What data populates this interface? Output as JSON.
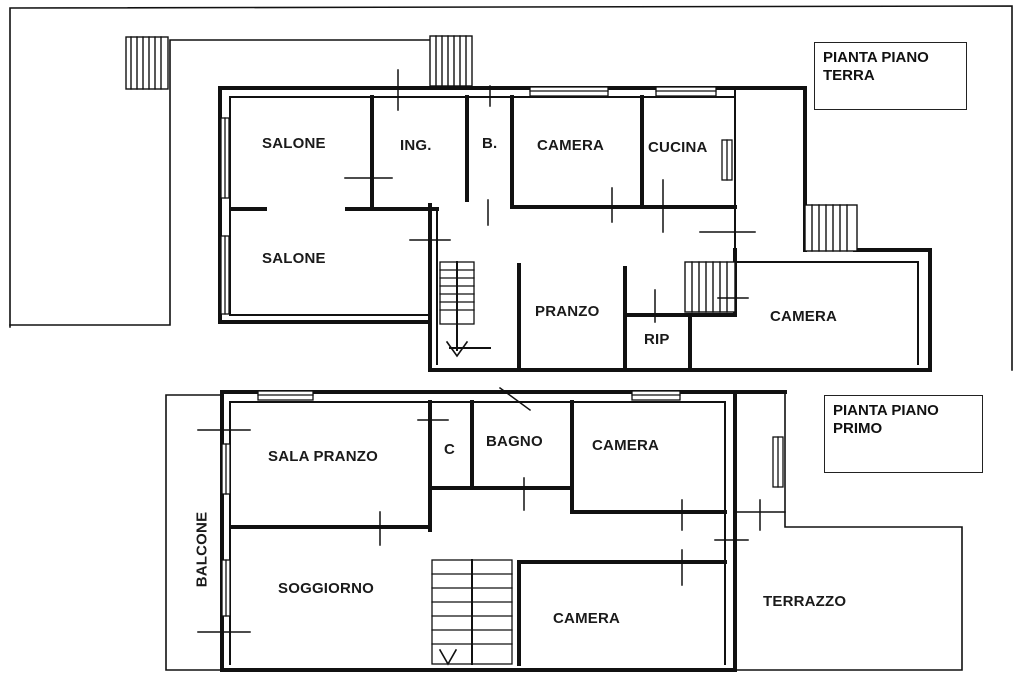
{
  "ground_floor": {
    "title_line1": "PIANTA PIANO",
    "title_line2": "TERRA",
    "rooms": {
      "salone_top": "SALONE",
      "ingresso": "ING.",
      "bagno": "B.",
      "camera_top": "CAMERA",
      "cucina": "CUCINA",
      "salone_bottom": "SALONE",
      "pranzo": "PRANZO",
      "ripostiglio": "RIP",
      "camera_right": "CAMERA"
    }
  },
  "first_floor": {
    "title_line1": "PIANTA PIANO",
    "title_line2": "PRIMO",
    "rooms": {
      "sala_pranzo": "SALA PRANZO",
      "c": "C",
      "bagno": "BAGNO",
      "camera_top": "CAMERA",
      "balcone": "BALCONE",
      "soggiorno": "SOGGIORNO",
      "camera_bottom": "CAMERA",
      "terrazzo": "TERRAZZO"
    }
  }
}
